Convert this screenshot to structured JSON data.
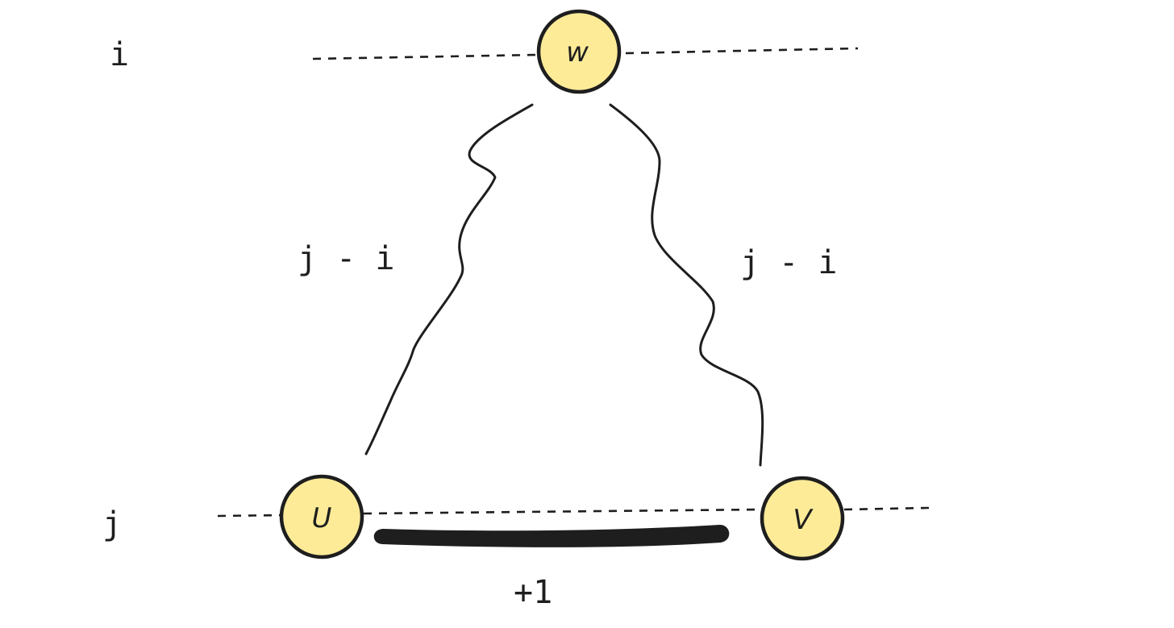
{
  "levels": {
    "top": "i",
    "bottom": "j"
  },
  "nodes": {
    "w": "w",
    "u": "U",
    "v": "V"
  },
  "edges": {
    "left": "j - i",
    "right": "j - i",
    "bottom": "+1"
  },
  "colors": {
    "node_fill": "#fdeb98",
    "stroke": "#1e1e1e",
    "background": "#ffffff"
  }
}
